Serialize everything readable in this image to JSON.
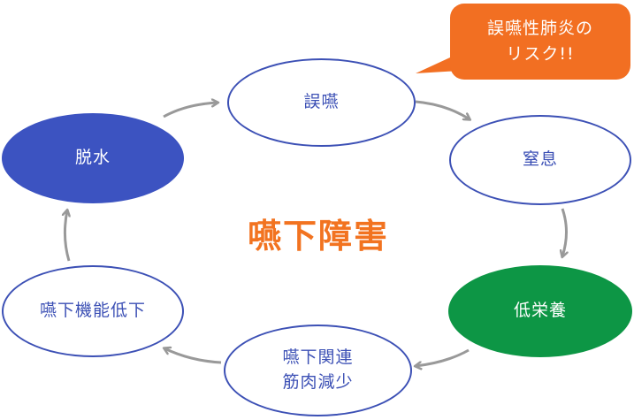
{
  "center_title": "嚥下障害",
  "callout": {
    "text": "誤嚥性肺炎の\nリスク!!",
    "color": "#f26f22"
  },
  "nodes": [
    {
      "id": "aspiration",
      "label": "誤嚥"
    },
    {
      "id": "choking",
      "label": "窒息"
    },
    {
      "id": "malnutrition",
      "label": "低栄養",
      "color": "#0d9645"
    },
    {
      "id": "muscle",
      "label": "嚥下関連\n筋肉減少"
    },
    {
      "id": "decline",
      "label": "嚥下機能低下"
    },
    {
      "id": "dehydration",
      "label": "脱水",
      "color": "#3c53c1"
    }
  ],
  "colors": {
    "outline": "#3c50b5",
    "arrow": "#999999",
    "title": "#f27320"
  }
}
